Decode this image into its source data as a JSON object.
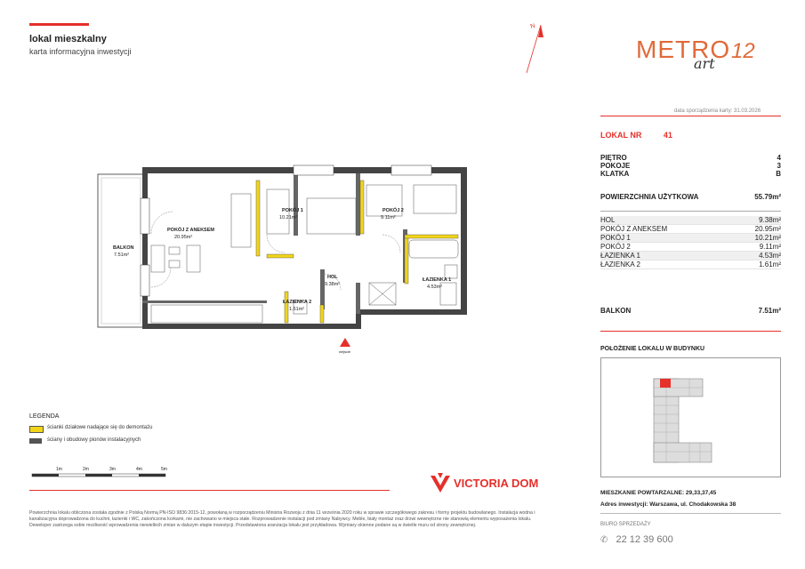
{
  "header": {
    "title": "lokal mieszkalny",
    "subtitle": "karta informacyjna inwestycji"
  },
  "brand": {
    "metro": "METRO",
    "art": "art",
    "num": "12",
    "date": "data sporządzenia karty: 31.03.2026",
    "accent": "#e5302b",
    "logo_color": "#e06a3a"
  },
  "lokal": {
    "label": "LOKAL NR",
    "number": "41",
    "pietro_label": "PIĘTRO",
    "pietro": "4",
    "pokoje_label": "POKOJE",
    "pokoje": "3",
    "klatka_label": "KLATKA",
    "klatka": "B",
    "area_label": "POWIERZCHNIA UŻYTKOWA",
    "area": "55.79m²",
    "rooms": [
      {
        "name": "HOL",
        "area": "9.38m²"
      },
      {
        "name": "POKÓJ Z ANEKSEM",
        "area": "20.95m²"
      },
      {
        "name": "POKÓJ 1",
        "area": "10.21m²"
      },
      {
        "name": "POKÓJ 2",
        "area": "9.11m²"
      },
      {
        "name": "ŁAZIENKA 1",
        "area": "4.53m²"
      },
      {
        "name": "ŁAZIENKA 2",
        "area": "1.61m²"
      }
    ],
    "balkon_label": "BALKON",
    "balkon": "7.51m²",
    "polozenie": "POŁOŻENIE LOKALU W BUDYNKU",
    "powtarzalne": "MIESZKANIE POWTARZALNE: 29,33,37,45",
    "adres": "Adres inwestycji: Warszawa, ul. Chodakowska 38",
    "biuro": "BIURO SPRZEDAŻY",
    "phone": "22 12 39 600"
  },
  "plan": {
    "pokoj_aneks": "POKÓJ Z ANEKSEM",
    "pokoj_aneks_area": "20.95m²",
    "pokoj1": "POKÓJ 1",
    "pokoj1_area": "10.21m²",
    "pokoj2": "POKÓJ 2",
    "pokoj2_area": "9.11m²",
    "hol": "HOL",
    "hol_area": "9.38m²",
    "laz1": "ŁAZIENKA 1",
    "laz1_area": "4.53m²",
    "laz2": "ŁAZIENKA 2",
    "laz2_area": "1.61m²",
    "balkon": "BALKON",
    "balkon_area": "7.51m²",
    "wejscie": "wejście"
  },
  "legend": {
    "title": "LEGENDA",
    "item1": "ścianki działowe nadające się do demontażu",
    "item2": "ściany i obudowy pionów instalacyjnych",
    "color1": "#f2d51b",
    "color2": "#555555"
  },
  "scale": [
    "1m",
    "2m",
    "3m",
    "4m",
    "5m"
  ],
  "developer": "VICTORIA DOM",
  "footer": "Powierzchnia lokalu obliczona została zgodnie z Polską Normą PN-ISO 9836:2015-12, powołaną w rozporządzeniu Ministra Rozwoju z dnia 11 września 2020 roku w sprawie szczegółowego zakresu i formy projektu budowlanego. Instalacja wodna i kanalizacyjna doprowadzona do kuchni, łazienki i WC, zakończona korkami, nie zachowano w miejsca stałe. Rozprowadzenie instalacji pod zmiany Nabywcy. Meble, biały montaż oraz drzwi wewnętrzne nie stanowią elementu wyposażenia lokalu. Deweloper zastrzega sobie możliwość wprowadzenia niewielkich zmian w dalszym etapie inwestycji. Przedstawiona aranżacja lokalu jest przykładowa. Wymiary okienne podane są w świetle muru od strony zewnętrznej."
}
